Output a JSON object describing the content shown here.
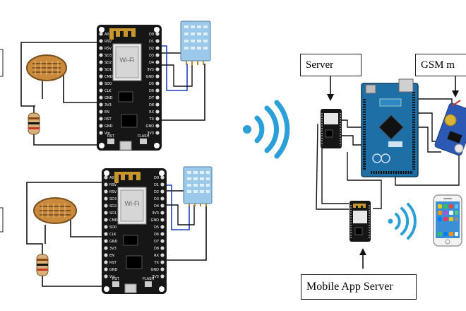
{
  "labels": {
    "server": "Server",
    "gsm": "GSM m",
    "mobile_app_server": "Mobile App Server"
  },
  "boards": {
    "nodemcu_pins_left": [
      "A0",
      "RSV",
      "RSV",
      "SD3",
      "SD2",
      "SD1",
      "CMD",
      "SD0",
      "CLK",
      "GND",
      "3V3",
      "EN",
      "RST",
      "GND",
      "Vin"
    ],
    "nodemcu_pins_right": [
      "D0",
      "D1",
      "D2",
      "D3",
      "D4",
      "3V3",
      "GND",
      "D5",
      "D6",
      "D7",
      "D8",
      "RX",
      "TX",
      "GND",
      "3V3"
    ],
    "nodemcu_buttons": [
      "RST",
      "FLASH"
    ]
  },
  "colors": {
    "board": "#161616",
    "wire": "#111111",
    "blue_wire": "#1f3fbf",
    "wifi": "#2a9fd8",
    "sensor": "#9cc8ea",
    "arduino": "#1d6fa5",
    "ldr": "#c98a3c"
  },
  "icons": [
    "wifi-icon",
    "smartphone-icon",
    "arrow-down-icon",
    "arrow-up-icon"
  ]
}
